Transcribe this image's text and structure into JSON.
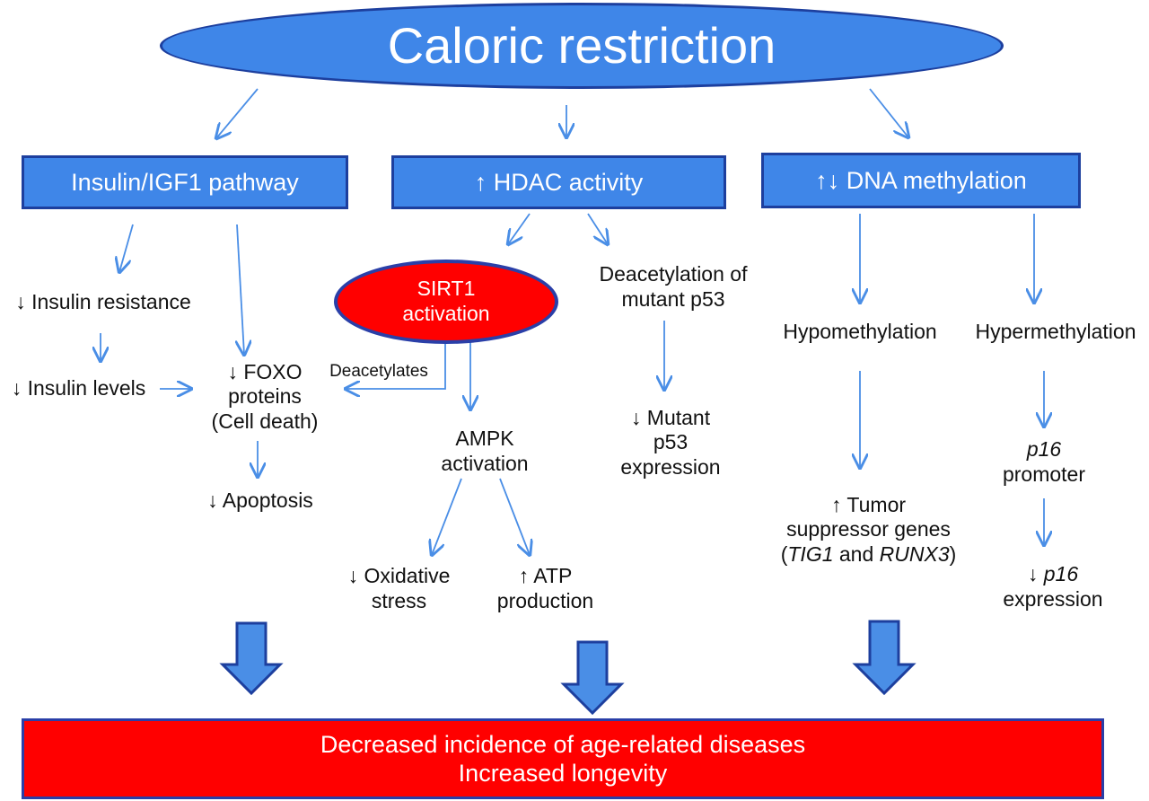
{
  "top": {
    "title": "Caloric restriction"
  },
  "branches": {
    "insulin": {
      "header": "Insulin/IGF1 pathway",
      "insulin_resistance": "↓ Insulin resistance",
      "insulin_levels": "↓ Insulin levels",
      "foxo_line1": "↓ FOXO",
      "foxo_line2": "proteins",
      "foxo_line3": "(Cell death)",
      "apoptosis": "↓ Apoptosis"
    },
    "hdac": {
      "header": "↑ HDAC activity",
      "sirt1_line1": "SIRT1",
      "sirt1_line2": "activation",
      "deacetylates": "Deacetylates",
      "ampk_line1": "AMPK",
      "ampk_line2": "activation",
      "oxidative_line1": "↓ Oxidative",
      "oxidative_line2": "stress",
      "atp_line1": "↑ ATP",
      "atp_line2": "production",
      "deacetylation_line1": "Deacetylation of",
      "deacetylation_line2": "mutant p53",
      "mutant_line1": "↓ Mutant",
      "mutant_line2": "p53",
      "mutant_line3": "expression"
    },
    "dna": {
      "header": "↑↓ DNA methylation",
      "hypo": "Hypomethylation",
      "hyper": "Hypermethylation",
      "tumor_line1": "↑ Tumor",
      "tumor_line2": "suppressor genes",
      "tumor_open": "(",
      "tumor_gene1": "TIG1",
      "tumor_and": " and ",
      "tumor_gene2": "RUNX3",
      "tumor_close": ")",
      "p16_gene": "p16",
      "p16_promoter": "promoter",
      "p16exp_arrow": "↓ ",
      "p16exp_gene": "p16",
      "p16exp_line2": "expression"
    }
  },
  "outcome": {
    "line1": "Decreased incidence of age-related diseases",
    "line2": "Increased longevity"
  },
  "colors": {
    "box_fill": "#3f86e8",
    "box_border": "#1d3f9e",
    "outcome_fill": "#ff0000",
    "arrow": "#4a8ee6"
  }
}
